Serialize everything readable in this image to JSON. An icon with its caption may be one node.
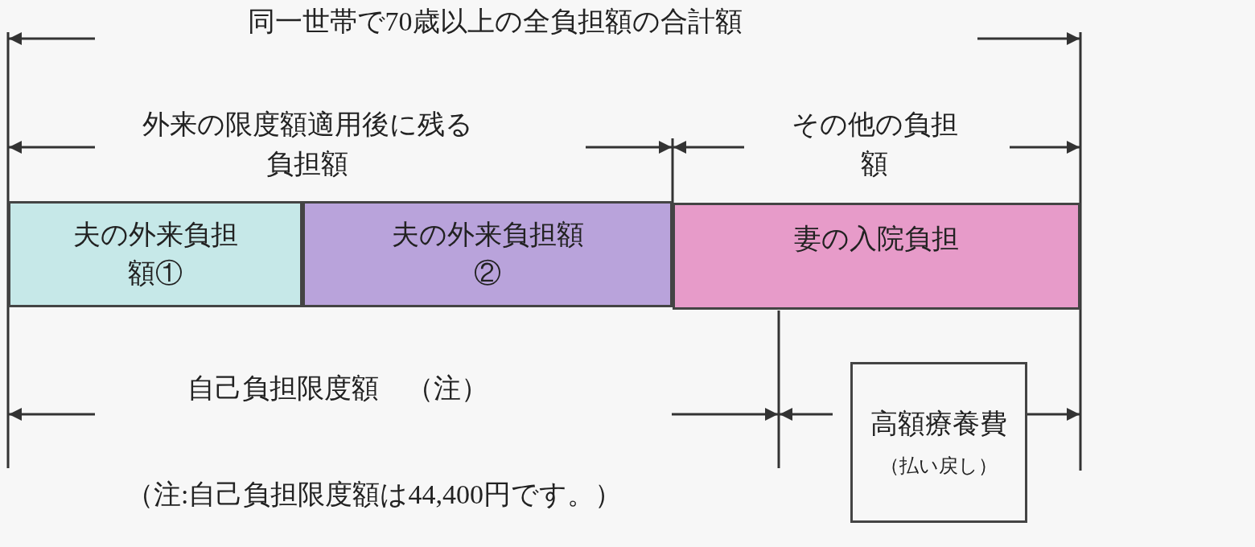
{
  "diagram": {
    "nodes": [
      {
        "text": [
          "夫の外来負担額①"
        ]
      },
      {
        "text": [
          "夫の外来負担額②"
        ]
      },
      {
        "text": [
          "妻の入院負担"
        ]
      },
      {
        "text": [
          "高額療養費",
          "（払い戻し）"
        ]
      }
    ],
    "labels": [
      "同一世帯で70歳以上の全負担額の合計額",
      "外来の限度額適用後に残る負担額",
      "その他の負担額",
      "自己負担限度額　（注）",
      "（注:自己負担限度額は44,400円です。）"
    ]
  }
}
